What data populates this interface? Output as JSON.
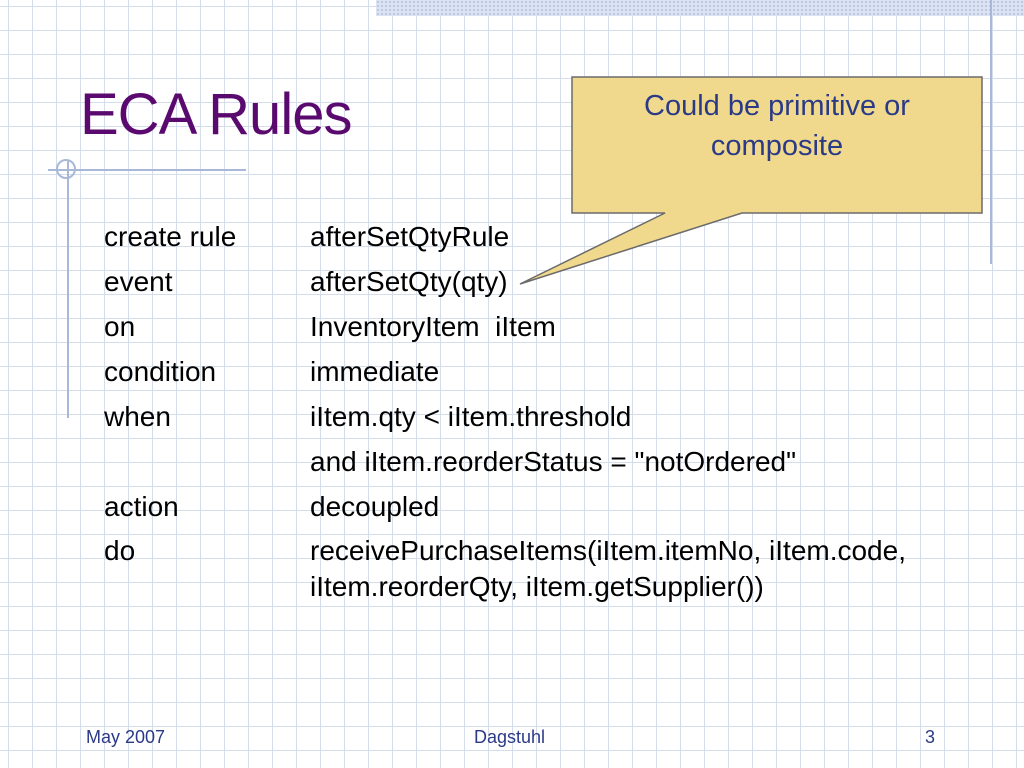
{
  "slide": {
    "title": "ECA Rules",
    "callout": {
      "line1": "Could be primitive or",
      "line2": "composite"
    },
    "rows": [
      {
        "keyword": "create rule",
        "value": "afterSetQtyRule"
      },
      {
        "keyword": "event",
        "value": "afterSetQty(qty)"
      },
      {
        "keyword": "on",
        "value": "InventoryItem  iItem"
      },
      {
        "keyword": "condition",
        "value": "immediate"
      },
      {
        "keyword": "when",
        "value": "iItem.qty < iItem.threshold"
      },
      {
        "keyword": "",
        "value": "and iItem.reorderStatus = \"notOrdered\""
      },
      {
        "keyword": "action",
        "value": "decoupled"
      },
      {
        "keyword": "do",
        "value": "receivePurchaseItems(iItem.itemNo, iItem.code,\niItem.reorderQty, iItem.getSupplier())"
      }
    ]
  },
  "footer": {
    "date": "May 2007",
    "venue": "Dagstuhl",
    "page_number": "3"
  },
  "colors": {
    "title": "#5a0a6e",
    "callout_fill": "#f0d98c",
    "callout_text": "#2b3a86",
    "footer_text": "#2b3a86",
    "grid": "#d5dcea"
  }
}
